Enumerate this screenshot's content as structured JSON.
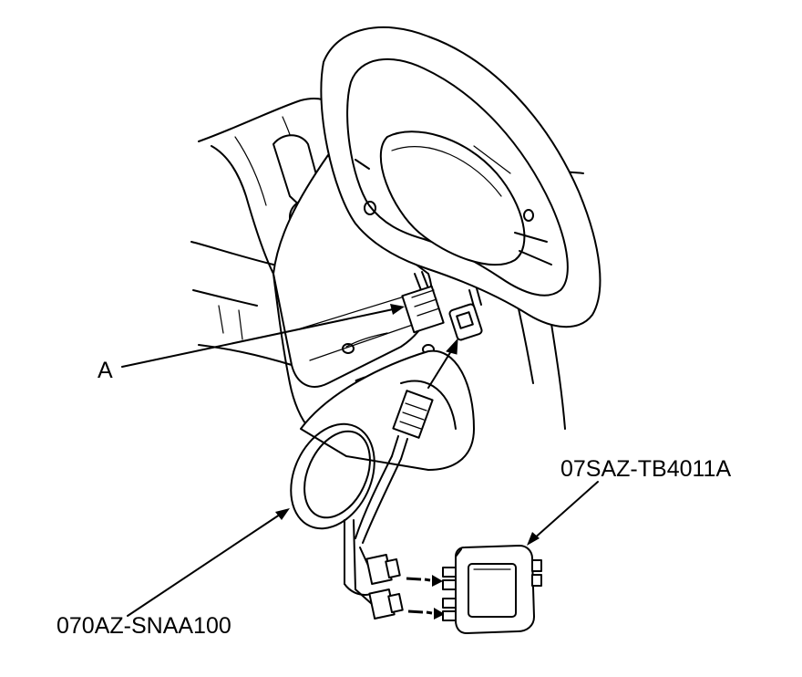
{
  "callouts": {
    "a": "A",
    "tester": "07SAZ-TB4011A",
    "harness": "070AZ-SNAA100"
  },
  "colors": {
    "ink": "#000000",
    "paper": "#ffffff"
  }
}
